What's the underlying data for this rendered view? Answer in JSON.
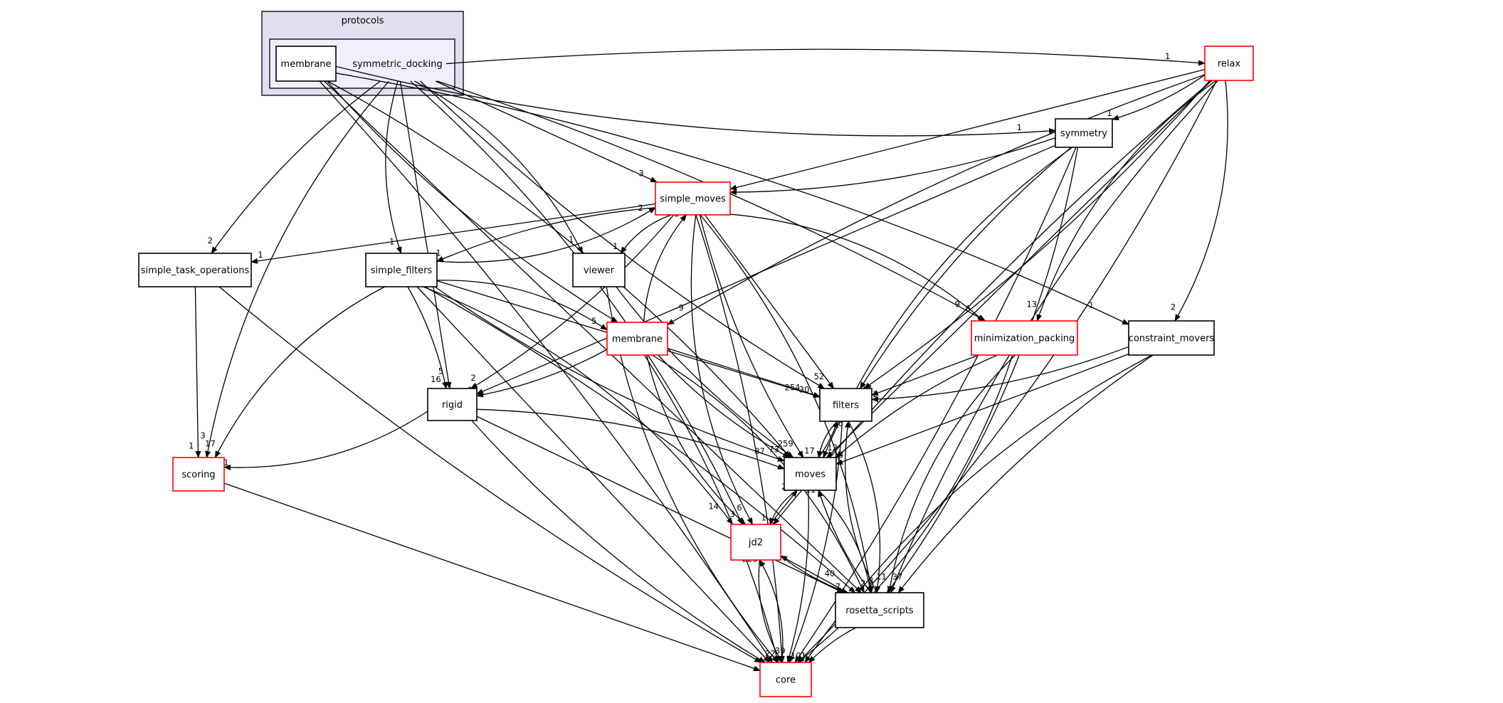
{
  "diagram": {
    "clusters": {
      "outer_label": "protocols",
      "outer_fill": "#e0e0f0",
      "inner_fill": "#efefff",
      "current_dir": "symmetric_docking"
    },
    "colors": {
      "node_normal": "#000000",
      "node_truncated": "#ff0000",
      "edge": "#000000"
    },
    "nodes": [
      {
        "id": "membrane_sub",
        "label": "membrane",
        "truncated": false
      },
      {
        "id": "symmetric_docking",
        "label": "symmetric_docking",
        "truncated": false,
        "current": true
      },
      {
        "id": "relax",
        "label": "relax",
        "truncated": true
      },
      {
        "id": "symmetry",
        "label": "symmetry",
        "truncated": false
      },
      {
        "id": "simple_moves",
        "label": "simple_moves",
        "truncated": true
      },
      {
        "id": "simple_task_operations",
        "label": "simple_task_operations",
        "truncated": false
      },
      {
        "id": "simple_filters",
        "label": "simple_filters",
        "truncated": false
      },
      {
        "id": "viewer",
        "label": "viewer",
        "truncated": false
      },
      {
        "id": "membrane",
        "label": "membrane",
        "truncated": true
      },
      {
        "id": "minimization_packing",
        "label": "minimization_packing",
        "truncated": true
      },
      {
        "id": "constraint_movers",
        "label": "constraint_movers",
        "truncated": false
      },
      {
        "id": "rigid",
        "label": "rigid",
        "truncated": false
      },
      {
        "id": "filters",
        "label": "filters",
        "truncated": false
      },
      {
        "id": "scoring",
        "label": "scoring",
        "truncated": true
      },
      {
        "id": "moves",
        "label": "moves",
        "truncated": false
      },
      {
        "id": "jd2",
        "label": "jd2",
        "truncated": true
      },
      {
        "id": "rosetta_scripts",
        "label": "rosetta_scripts",
        "truncated": false
      },
      {
        "id": "core",
        "label": "core",
        "truncated": true
      }
    ],
    "edges": [
      {
        "from": "membrane_sub",
        "to": "moves"
      },
      {
        "from": "membrane_sub",
        "to": "core"
      },
      {
        "from": "membrane_sub",
        "to": "rosetta_scripts"
      },
      {
        "from": "membrane_sub",
        "to": "membrane"
      },
      {
        "from": "membrane_sub",
        "to": "symmetry",
        "label": "1"
      },
      {
        "from": "membrane_sub",
        "to": "constraint_movers",
        "label": "1"
      },
      {
        "from": "symmetric_docking",
        "to": "relax",
        "label": "1"
      },
      {
        "from": "symmetric_docking",
        "to": "simple_moves",
        "label": "3"
      },
      {
        "from": "symmetric_docking",
        "to": "simple_task_operations",
        "label": "2"
      },
      {
        "from": "symmetric_docking",
        "to": "simple_filters",
        "label": "1"
      },
      {
        "from": "symmetric_docking",
        "to": "viewer",
        "label": "1"
      },
      {
        "from": "symmetric_docking",
        "to": "minimization_packing",
        "label": "9"
      },
      {
        "from": "symmetric_docking",
        "to": "rigid",
        "label": "5"
      },
      {
        "from": "symmetric_docking",
        "to": "filters"
      },
      {
        "from": "symmetric_docking",
        "to": "scoring",
        "label": "3"
      },
      {
        "from": "symmetric_docking",
        "to": "jd2"
      },
      {
        "from": "relax",
        "to": "symmetry",
        "label": "1"
      },
      {
        "from": "relax",
        "to": "simple_moves"
      },
      {
        "from": "relax",
        "to": "membrane",
        "label": "9"
      },
      {
        "from": "relax",
        "to": "minimization_packing",
        "label": "13"
      },
      {
        "from": "relax",
        "to": "constraint_movers",
        "label": "2"
      },
      {
        "from": "relax",
        "to": "filters"
      },
      {
        "from": "relax",
        "to": "moves"
      },
      {
        "from": "relax",
        "to": "jd2"
      },
      {
        "from": "relax",
        "to": "rosetta_scripts"
      },
      {
        "from": "relax",
        "to": "core"
      },
      {
        "from": "symmetry",
        "to": "simple_moves"
      },
      {
        "from": "symmetry",
        "to": "rigid"
      },
      {
        "from": "symmetry",
        "to": "filters"
      },
      {
        "from": "symmetry",
        "to": "moves"
      },
      {
        "from": "symmetry",
        "to": "rosetta_scripts"
      },
      {
        "from": "symmetry",
        "to": "core"
      },
      {
        "from": "simple_moves",
        "to": "simple_task_operations",
        "label": "1"
      },
      {
        "from": "simple_moves",
        "to": "simple_filters",
        "label": "1"
      },
      {
        "from": "simple_moves",
        "to": "viewer",
        "label": "1"
      },
      {
        "from": "simple_moves",
        "to": "minimization_packing",
        "label": "6"
      },
      {
        "from": "simple_moves",
        "to": "rigid",
        "label": "2"
      },
      {
        "from": "simple_moves",
        "to": "filters",
        "label": "52"
      },
      {
        "from": "simple_moves",
        "to": "moves",
        "label": "259"
      },
      {
        "from": "simple_moves",
        "to": "jd2",
        "label": "6"
      },
      {
        "from": "simple_moves",
        "to": "rosetta_scripts"
      },
      {
        "from": "simple_moves",
        "to": "core"
      },
      {
        "from": "simple_task_operations",
        "to": "scoring",
        "label": "1"
      },
      {
        "from": "simple_task_operations",
        "to": "core"
      },
      {
        "from": "simple_filters",
        "to": "simple_moves",
        "label": "2"
      },
      {
        "from": "simple_filters",
        "to": "membrane",
        "label": "5"
      },
      {
        "from": "simple_filters",
        "to": "rigid",
        "label": "16"
      },
      {
        "from": "simple_filters",
        "to": "filters",
        "label": "254"
      },
      {
        "from": "simple_filters",
        "to": "moves",
        "label": "87"
      },
      {
        "from": "simple_filters",
        "to": "scoring",
        "label": "17"
      },
      {
        "from": "simple_filters",
        "to": "jd2",
        "label": "14"
      },
      {
        "from": "simple_filters",
        "to": "rosetta_scripts",
        "label": "40"
      },
      {
        "from": "simple_filters",
        "to": "core"
      },
      {
        "from": "viewer",
        "to": "moves"
      },
      {
        "from": "viewer",
        "to": "core"
      },
      {
        "from": "membrane",
        "to": "simple_moves",
        "label": "6"
      },
      {
        "from": "membrane",
        "to": "rigid",
        "label": "13"
      },
      {
        "from": "membrane",
        "to": "filters",
        "label": "30"
      },
      {
        "from": "membrane",
        "to": "moves",
        "label": "73"
      },
      {
        "from": "membrane",
        "to": "jd2",
        "label": "3"
      },
      {
        "from": "membrane",
        "to": "rosetta_scripts"
      },
      {
        "from": "membrane",
        "to": "core"
      },
      {
        "from": "minimization_packing",
        "to": "filters",
        "label": "17"
      },
      {
        "from": "minimization_packing",
        "to": "moves",
        "label": "12"
      },
      {
        "from": "minimization_packing",
        "to": "rosetta_scripts",
        "label": "11"
      },
      {
        "from": "minimization_packing",
        "to": "core"
      },
      {
        "from": "constraint_movers",
        "to": "filters",
        "label": "12"
      },
      {
        "from": "constraint_movers",
        "to": "moves",
        "label": "13"
      },
      {
        "from": "constraint_movers",
        "to": "rosetta_scripts",
        "label": "37"
      },
      {
        "from": "constraint_movers",
        "to": "core"
      },
      {
        "from": "rigid",
        "to": "scoring",
        "label": "1"
      },
      {
        "from": "rigid",
        "to": "moves"
      },
      {
        "from": "rigid",
        "to": "rosetta_scripts"
      },
      {
        "from": "rigid",
        "to": "core"
      },
      {
        "from": "filters",
        "to": "moves",
        "label": "17"
      },
      {
        "from": "filters",
        "to": "rosetta_scripts",
        "label": "3"
      },
      {
        "from": "filters",
        "to": "core"
      },
      {
        "from": "scoring",
        "to": "core"
      },
      {
        "from": "moves",
        "to": "filters",
        "label": "1"
      },
      {
        "from": "moves",
        "to": "jd2",
        "label": "1"
      },
      {
        "from": "moves",
        "to": "rosetta_scripts",
        "label": "2"
      },
      {
        "from": "moves",
        "to": "core",
        "label": "39"
      },
      {
        "from": "jd2",
        "to": "moves",
        "label": "26"
      },
      {
        "from": "jd2",
        "to": "rosetta_scripts",
        "label": "7"
      },
      {
        "from": "jd2",
        "to": "core",
        "label": "22"
      },
      {
        "from": "rosetta_scripts",
        "to": "filters",
        "label": "6"
      },
      {
        "from": "rosetta_scripts",
        "to": "moves",
        "label": "11"
      },
      {
        "from": "rosetta_scripts",
        "to": "jd2",
        "label": "5"
      },
      {
        "from": "rosetta_scripts",
        "to": "core",
        "label": "101"
      },
      {
        "from": "core",
        "to": "jd2",
        "label": "223"
      }
    ]
  }
}
